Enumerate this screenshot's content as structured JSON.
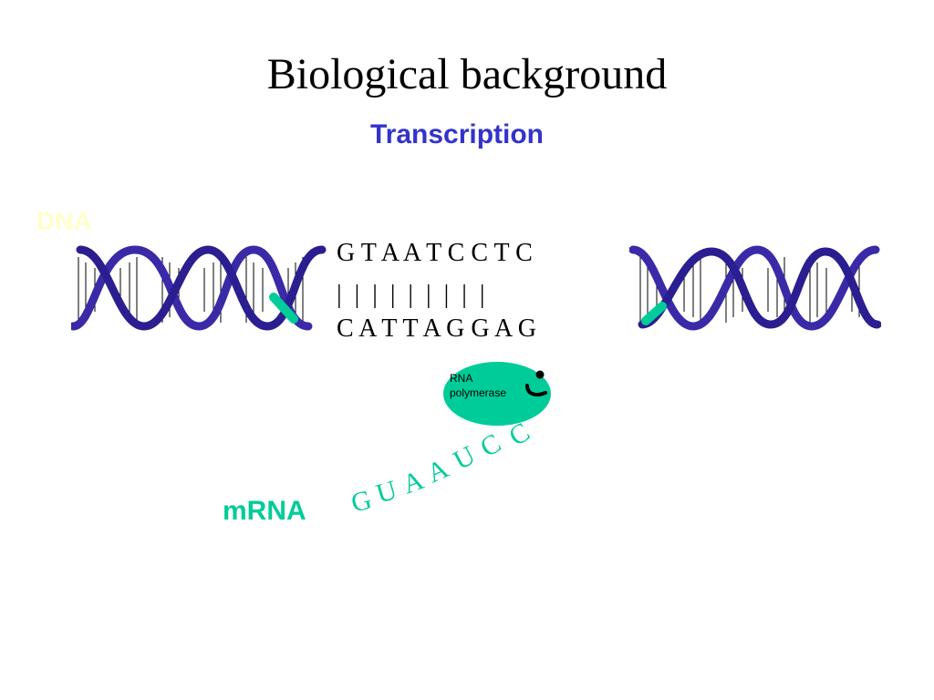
{
  "title": "Biological background",
  "subtitle": "Transcription",
  "dna_label": "DNA",
  "mrna_label": "mRNA",
  "dna_top_strand": "G T A A T C C T C",
  "dna_bonds": "|  |  |  |  |  |  |  |  |",
  "dna_bottom_strand": "C A T T A G G A G",
  "enzyme_label": "RNA\npolymerase",
  "mrna_bases": [
    "G",
    "U",
    "A",
    "A",
    "U",
    "C",
    "C"
  ],
  "colors": {
    "subtitle": "#3333cc",
    "dna_label": "#ffffcc",
    "mrna": "#00cc99",
    "enzyme": "#00cc99",
    "helix_strand": "#3a2aa8",
    "helix_tag": "#00cc99"
  },
  "icons": [
    "dna-helix-left-icon",
    "dna-helix-right-icon",
    "enzyme-face-icon"
  ]
}
